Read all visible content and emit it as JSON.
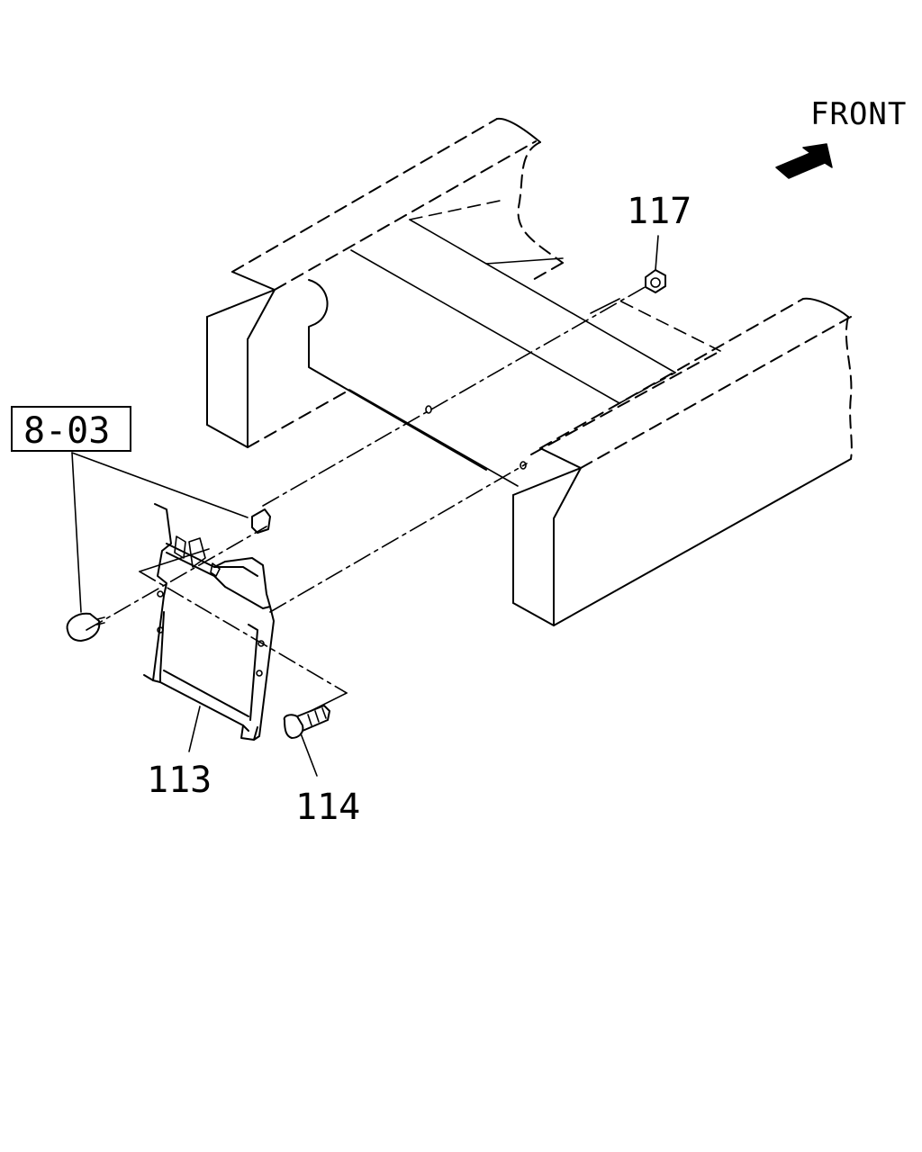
{
  "diagram": {
    "direction_label": "FRONT",
    "reference_label": "8-03",
    "callouts": {
      "part_113": "113",
      "part_114": "114",
      "part_117": "117"
    }
  }
}
